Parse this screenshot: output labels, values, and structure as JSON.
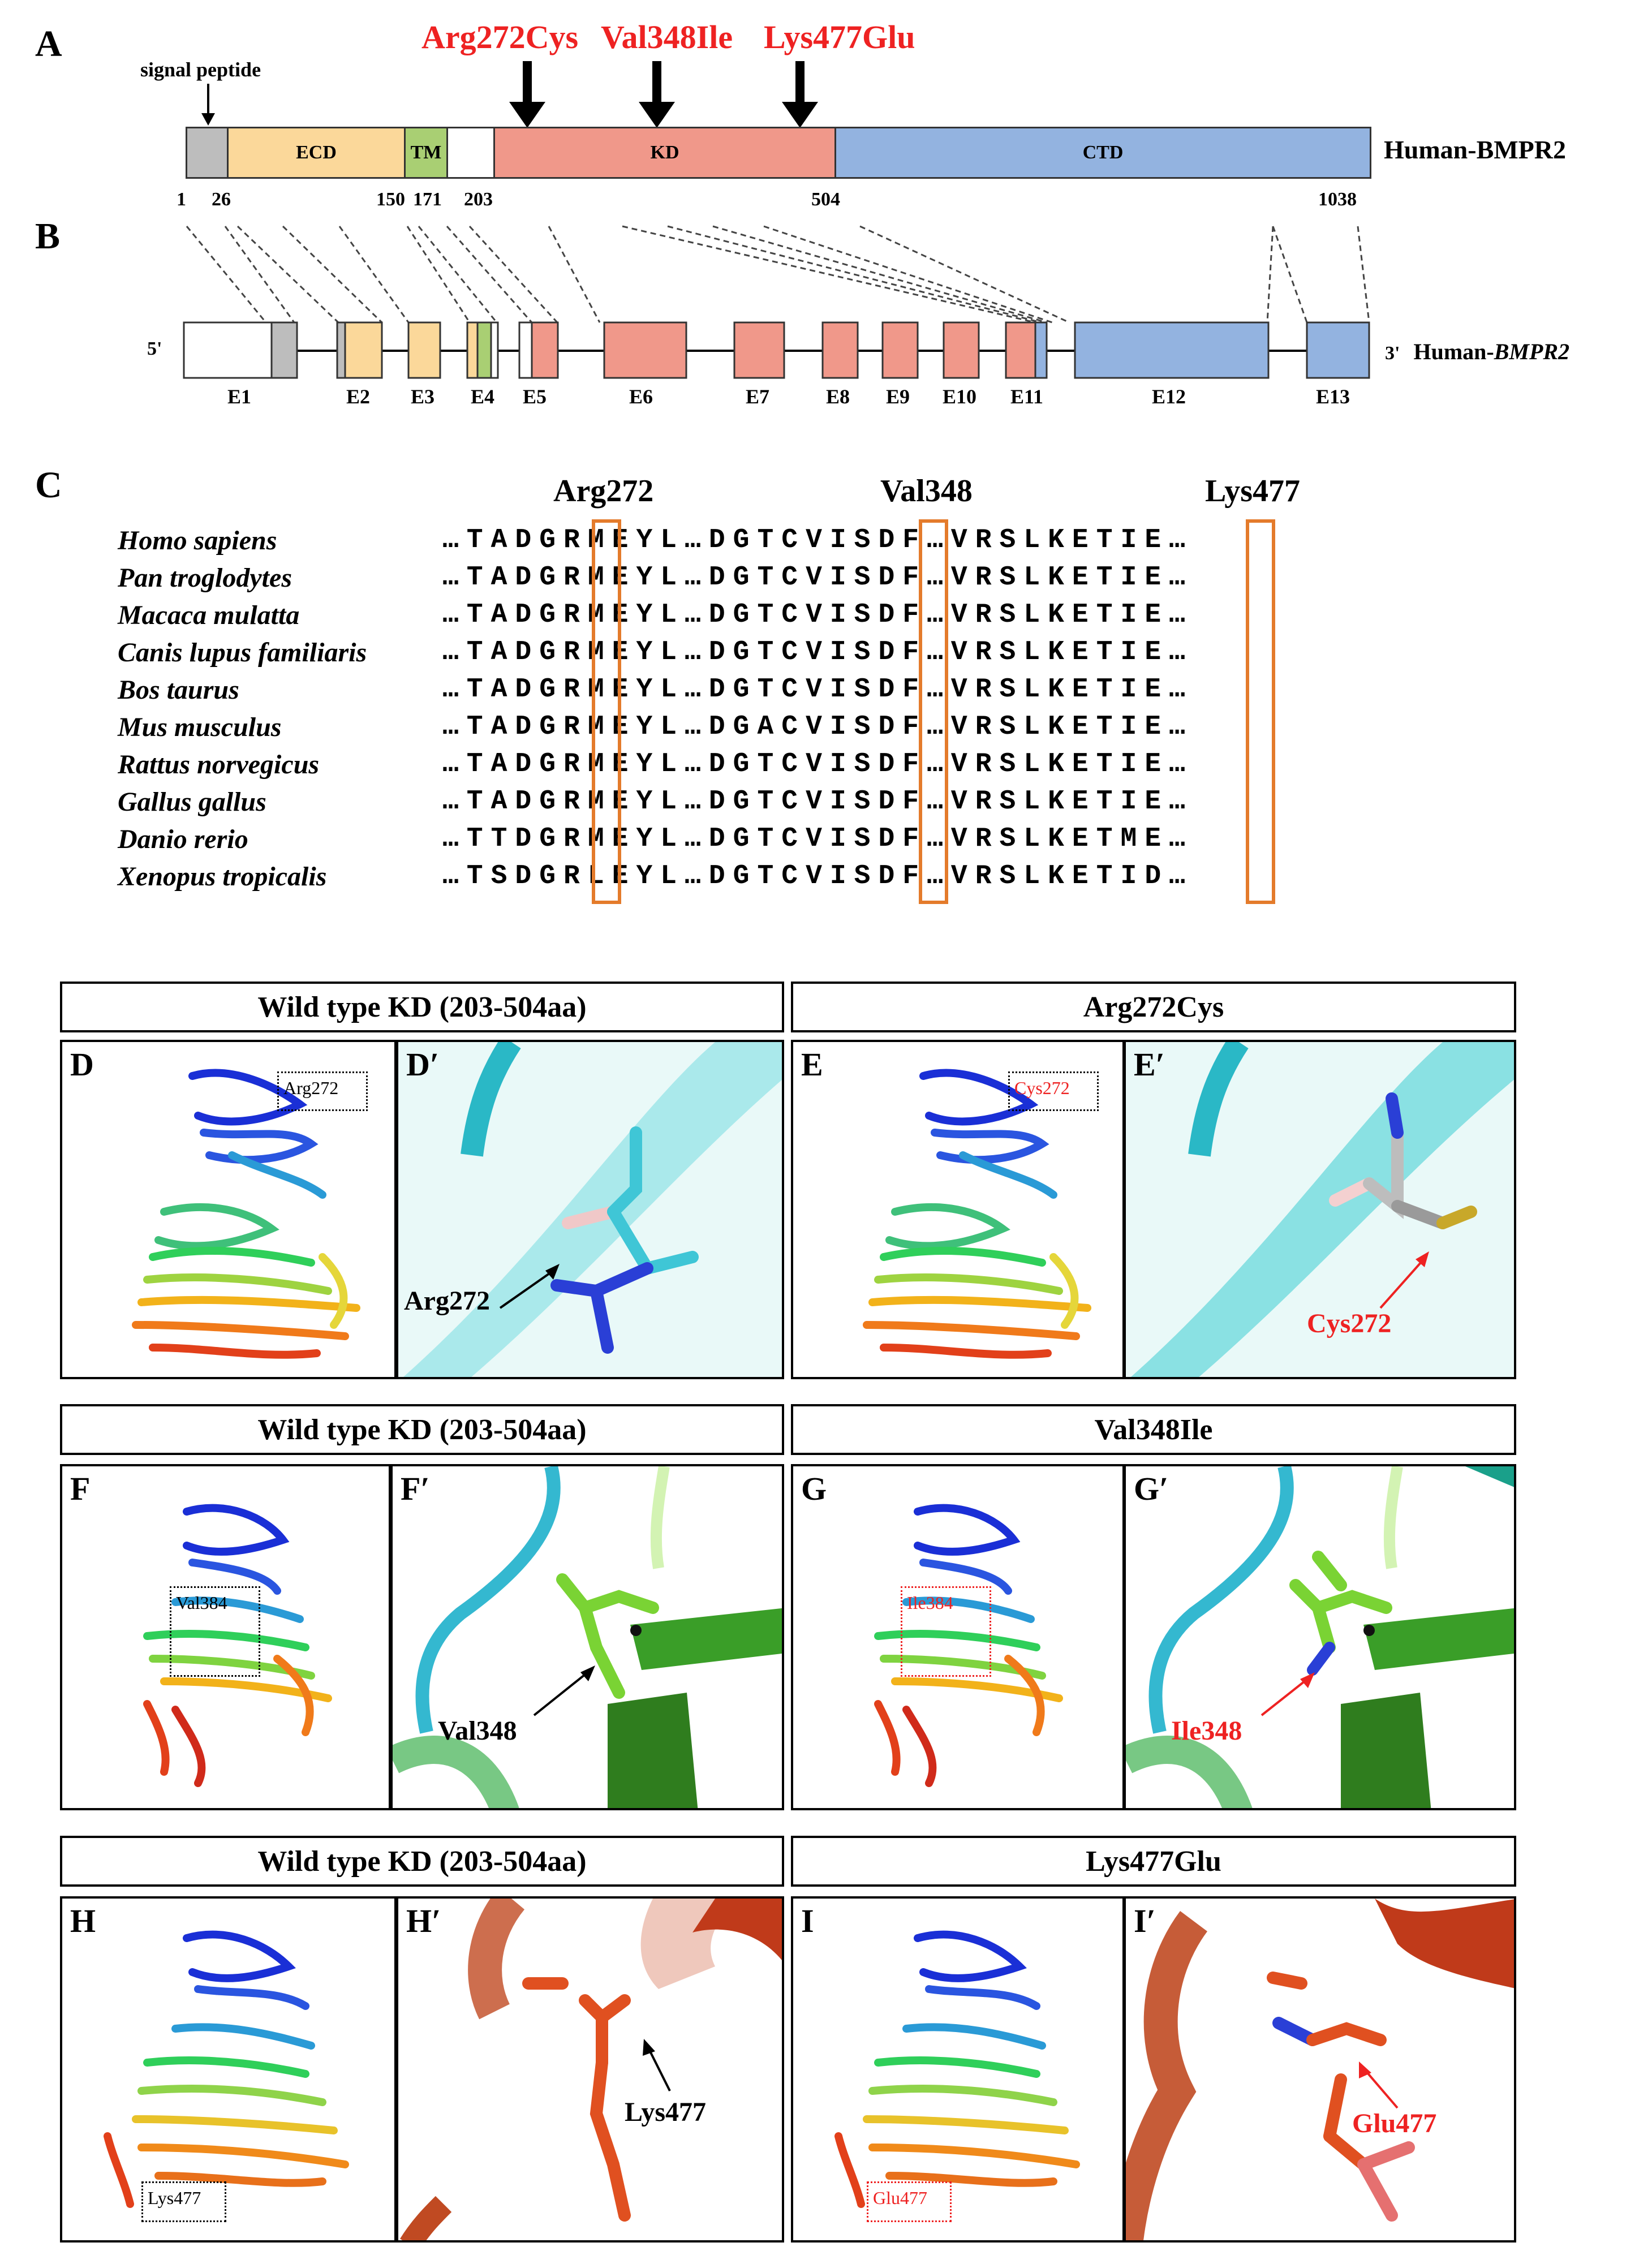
{
  "panel_labels": {
    "A": "A",
    "B": "B",
    "C": "C"
  },
  "panel_a": {
    "mutations": [
      "Arg272Cys",
      "Val348Ile",
      "Lys477Glu"
    ],
    "signal_peptide_label": "signal peptide",
    "domains": [
      {
        "name": "",
        "color": "#bdbdbd"
      },
      {
        "name": "ECD",
        "color": "#fbd89a"
      },
      {
        "name": "TM",
        "color": "#a9cf73"
      },
      {
        "name": "",
        "color": "#ffffff"
      },
      {
        "name": "KD",
        "color": "#f0988a"
      },
      {
        "name": "CTD",
        "color": "#93b3e0"
      }
    ],
    "positions": [
      "1",
      "26",
      "150",
      "171",
      "203",
      "504",
      "1038"
    ],
    "protein_name": "Human-BMPR2"
  },
  "panel_b": {
    "five_prime": "5'",
    "three_prime": "3'",
    "gene_prefix": "Human-",
    "gene_name": "BMPR2",
    "exons": [
      "E1",
      "E2",
      "E3",
      "E4",
      "E5",
      "E6",
      "E7",
      "E8",
      "E9",
      "E10",
      "E11",
      "E12",
      "E13"
    ]
  },
  "panel_c": {
    "residues": [
      "Arg272",
      "Val348",
      "Lys477"
    ],
    "alignment": [
      {
        "species": "Homo sapiens",
        "seq": "…TADGRMEYL…DGTCVISDF…VRSLKETIE…"
      },
      {
        "species": "Pan troglodytes",
        "seq": "…TADGRMEYL…DGTCVISDF…VRSLKETIE…"
      },
      {
        "species": "Macaca mulatta",
        "seq": "…TADGRMEYL…DGTCVISDF…VRSLKETIE…"
      },
      {
        "species": "Canis lupus familiaris",
        "seq": "…TADGRMEYL…DGTCVISDF…VRSLKETIE…"
      },
      {
        "species": "Bos taurus",
        "seq": "…TADGRMEYL…DGTCVISDF…VRSLKETIE…"
      },
      {
        "species": "Mus musculus",
        "seq": "…TADGRMEYL…DGACVISDF…VRSLKETIE…"
      },
      {
        "species": "Rattus norvegicus",
        "seq": "…TADGRMEYL…DGTCVISDF…VRSLKETIE…"
      },
      {
        "species": "Gallus gallus",
        "seq": "…TADGRMEYL…DGTCVISDF…VRSLKETIE…"
      },
      {
        "species": "Danio rerio",
        "seq": "…TTDGRMEYL…DGTCVISDF…VRSLKETME…"
      },
      {
        "species": "Xenopus tropicalis",
        "seq": "…TSDGRLEYL…DGTCVISDF…VRSLKETID…"
      }
    ]
  },
  "structures": {
    "rows": [
      {
        "wt_header": "Wild type KD (203-504aa)",
        "mut_header": "Arg272Cys",
        "labels": [
          "D",
          "D′",
          "E",
          "E′"
        ],
        "wt_box": "Arg272",
        "mut_box": "Cys272",
        "wt_callout": "Arg272",
        "mut_callout": "Cys272"
      },
      {
        "wt_header": "Wild type KD (203-504aa)",
        "mut_header": "Val348Ile",
        "labels": [
          "F",
          "F′",
          "G",
          "G′"
        ],
        "wt_box": "Val384",
        "mut_box": "Ile384",
        "wt_callout": "Val348",
        "mut_callout": "Ile348"
      },
      {
        "wt_header": "Wild type KD (203-504aa)",
        "mut_header": "Lys477Glu",
        "labels": [
          "H",
          "H′",
          "I",
          "I′"
        ],
        "wt_box": "Lys477",
        "mut_box": "Glu477",
        "wt_callout": "Lys477",
        "mut_callout": "Glu477"
      }
    ]
  }
}
